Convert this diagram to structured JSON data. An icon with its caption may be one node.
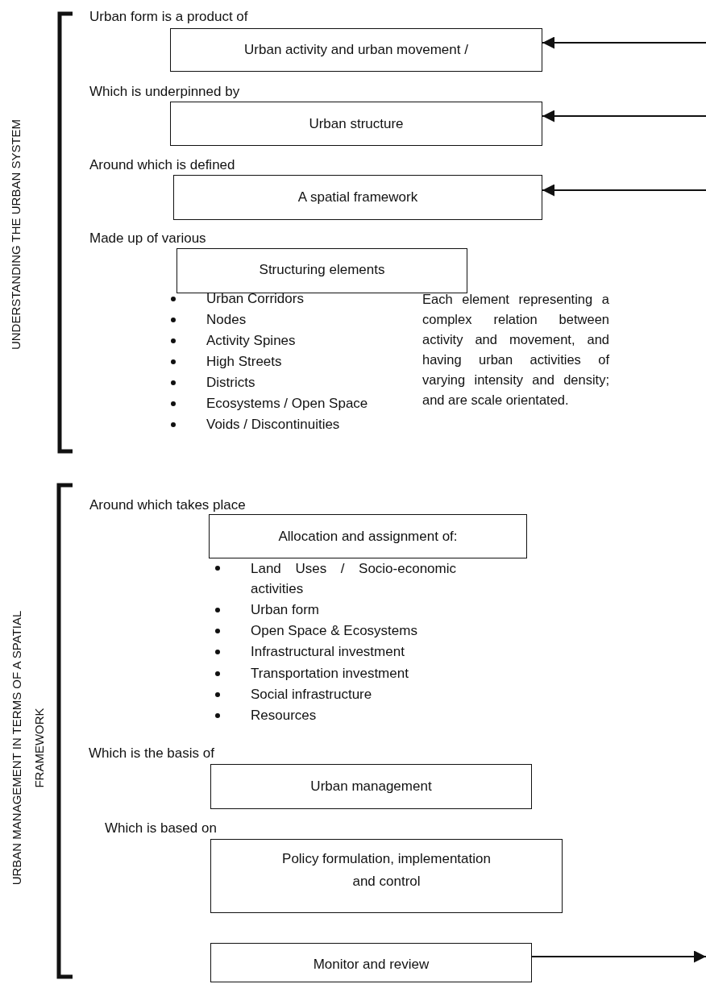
{
  "diagram": {
    "nodes": [
      {
        "text": [
          "Urban activity and urban movement /"
        ]
      },
      {
        "text": [
          "Urban structure"
        ]
      },
      {
        "text": [
          "A spatial framework"
        ]
      },
      {
        "text": [
          "Structuring elements"
        ]
      },
      {
        "text": [
          "Allocation and assignment of:"
        ]
      },
      {
        "text": [
          "Urban management"
        ]
      },
      {
        "text": [
          "Policy formulation, implementation and control"
        ]
      },
      {
        "text": [
          "Monitor and review"
        ]
      }
    ],
    "edges": [
      {
        "from": null,
        "to": 0,
        "arrow": "to"
      },
      {
        "from": null,
        "to": 1,
        "arrow": "to"
      },
      {
        "from": null,
        "to": 2,
        "arrow": "to"
      },
      {
        "from": 7,
        "to": null,
        "arrow": "to"
      }
    ],
    "labels": [
      "UNDERSTANDING THE URBAN SYSTEM",
      "Urban form is a product of",
      "Which is underpinned by",
      "Around which is defined",
      "Made up of various",
      "Urban Corridors",
      "Nodes",
      "Activity Spines",
      "High Streets",
      "Districts",
      "Ecosystems / Open Space",
      "Voids / Discontinuities",
      "Each element representing a complex relation between activity and movement, and having urban activities of varying intensity and density; and are scale orientated.",
      "URBAN MANAGEMENT IN TERMS OF A SPATIAL FRAMEWORK",
      "Around which takes place",
      "Land Uses / Socio-economic activities",
      "Urban form",
      "Open Space & Ecosystems",
      "Infrastructural investment",
      "Transportation investment",
      "Social infrastructure",
      "Resources",
      "Which is the basis of",
      "Which is based on"
    ]
  }
}
